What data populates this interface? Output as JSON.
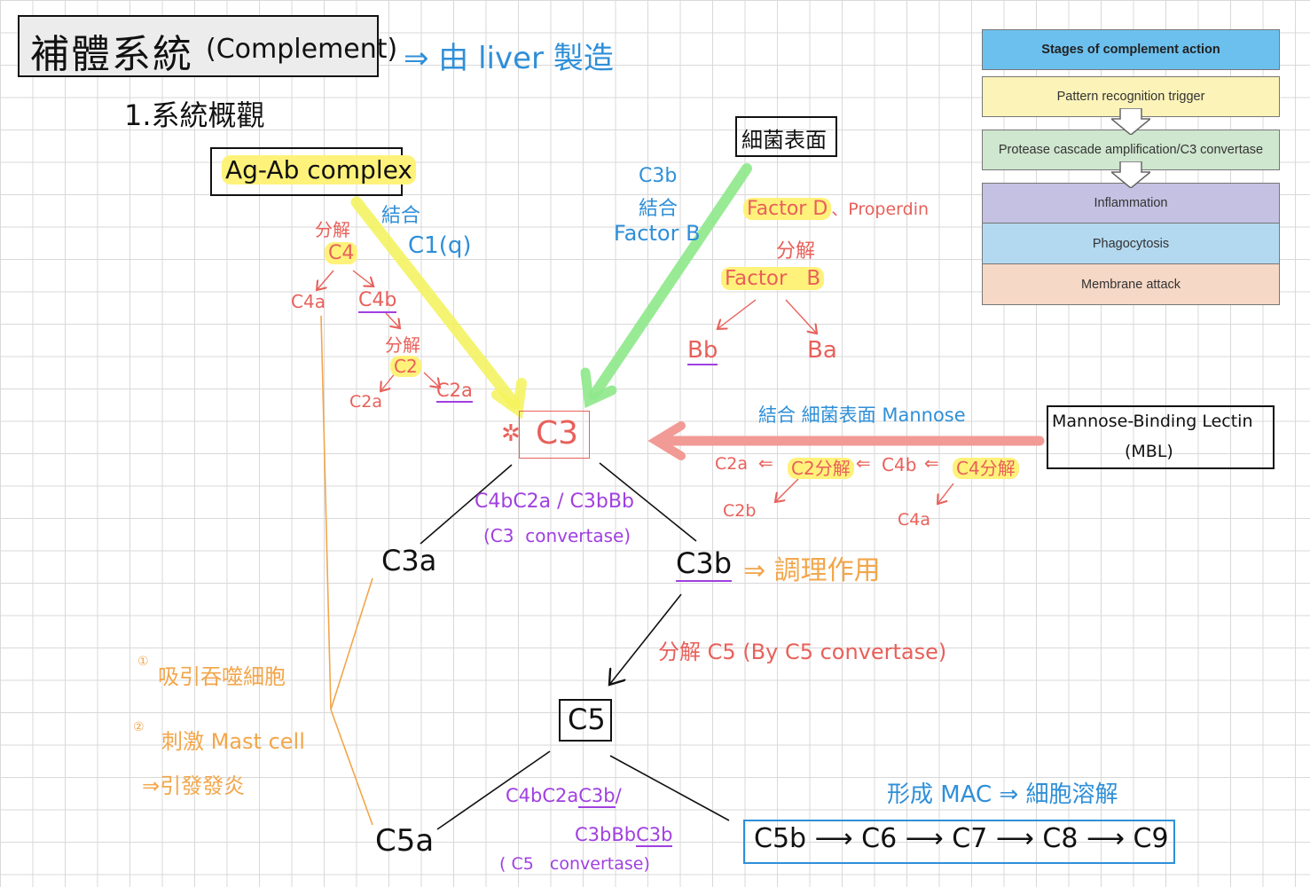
{
  "title": {
    "main": "補體系統",
    "paren": "(Complement)",
    "note": "⇒ 由 liver 製造"
  },
  "section": "1.系統概觀",
  "nodes": {
    "ag_ab": "Ag-Ab complex",
    "bacteria_surface": "細菌表面",
    "mbl_line1": "Mannose-Binding Lectin",
    "mbl_line2": "(MBL)",
    "c3": "C3",
    "c3_star": "✲",
    "c3a": "C3a",
    "c3b": "C3b",
    "c5": "C5",
    "c5a": "C5a",
    "c5b_chain": "C5b ⟶ C6 ⟶ C7 ⟶ C8 ⟶ C9"
  },
  "classical": {
    "bind_label": "結合",
    "c1": "C1(q)",
    "cleave1": "分解",
    "c4": "C4",
    "c4a": "C4a",
    "c4b": "C4b",
    "cleave2": "分解",
    "c2": "C2",
    "c2a_left": "C2a",
    "c2a_right": "C2a"
  },
  "alternative": {
    "c3b_line1": "C3b",
    "c3b_line2": "結合",
    "c3b_line3": "Factor B",
    "factor_d": "Factor D",
    "properdin": "、Properdin",
    "cleave": "分解",
    "factor_b": "Factor   B",
    "bb": "Bb",
    "ba": "Ba"
  },
  "lectin": {
    "bind_label": "結合 細菌表面 Mannose",
    "c2a": "C2a",
    "c2_cleave": "C2分解",
    "c4b": "C4b",
    "c4_cleave": "C4分解",
    "c2b": "C2b",
    "c4a": "C4a",
    "arrow_lt1": "⇐",
    "arrow_lt2": "⇐",
    "arrow_lt3": "⇐"
  },
  "convertase": {
    "c3_label": "C4bC2a / C3bBb",
    "c3_name": "(C3  convertase)",
    "c5_line1_a": "C4bC2a",
    "c5_line1_b": "C3b",
    "c5_line1_c": "/",
    "c5_line2_a": "C3bBb",
    "c5_line2_b": "C3b",
    "c5_name": "( C5   convertase)"
  },
  "annotations": {
    "opsonization": "⇒ 調理作用",
    "cleave_c5": "分解 C5 (By C5 convertase)",
    "mac": "形成 MAC ⇒ 細胞溶解",
    "attract_num": "①",
    "attract": "吸引吞噬細胞",
    "mast_num": "②",
    "mast": "刺激 Mast cell",
    "inflam": "⇒引發發炎"
  },
  "stages": {
    "header": "Stages of complement action",
    "items": [
      {
        "label": "Pattern recognition trigger",
        "color": "#fbf3b8"
      },
      {
        "label": "Protease cascade amplification/C3 convertase",
        "color": "#cfe6cf"
      },
      {
        "label": "Inflammation",
        "color": "#c4c1e2"
      },
      {
        "label": "Phagocytosis",
        "color": "#b3d9f0"
      },
      {
        "label": "Membrane attack",
        "color": "#f6d8c6"
      }
    ],
    "header_color": "#6cc0ee"
  }
}
